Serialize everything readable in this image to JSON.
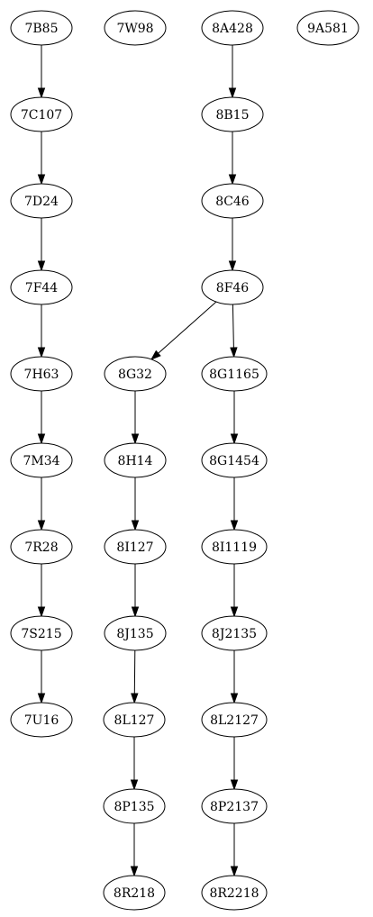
{
  "nodes": [
    {
      "id": "n1",
      "label": "7B85"
    },
    {
      "id": "n2",
      "label": "7W98"
    },
    {
      "id": "n3",
      "label": "8A428"
    },
    {
      "id": "n4",
      "label": "9A581"
    },
    {
      "id": "n5",
      "label": "7C107"
    },
    {
      "id": "n6",
      "label": "8B15"
    },
    {
      "id": "n7",
      "label": "7D24"
    },
    {
      "id": "n8",
      "label": "8C46"
    },
    {
      "id": "n9",
      "label": "7F44"
    },
    {
      "id": "n10",
      "label": "8F46"
    },
    {
      "id": "n11",
      "label": "7H63"
    },
    {
      "id": "n12",
      "label": "8G32"
    },
    {
      "id": "n13",
      "label": "8G1165"
    },
    {
      "id": "n14",
      "label": "7M34"
    },
    {
      "id": "n15",
      "label": "8H14"
    },
    {
      "id": "n16",
      "label": "8G1454"
    },
    {
      "id": "n17",
      "label": "7R28"
    },
    {
      "id": "n18",
      "label": "8I127"
    },
    {
      "id": "n19",
      "label": "8I1119"
    },
    {
      "id": "n20",
      "label": "7S215"
    },
    {
      "id": "n21",
      "label": "8J135"
    },
    {
      "id": "n22",
      "label": "8J2135"
    },
    {
      "id": "n23",
      "label": "7U16"
    },
    {
      "id": "n24",
      "label": "8L127"
    },
    {
      "id": "n25",
      "label": "8L2127"
    },
    {
      "id": "n26",
      "label": "8P135"
    },
    {
      "id": "n27",
      "label": "8P2137"
    },
    {
      "id": "n28",
      "label": "8R218"
    },
    {
      "id": "n29",
      "label": "8R2218"
    }
  ],
  "edges": [
    {
      "from": "n1",
      "to": "n5"
    },
    {
      "from": "n5",
      "to": "n7"
    },
    {
      "from": "n7",
      "to": "n9"
    },
    {
      "from": "n9",
      "to": "n11"
    },
    {
      "from": "n11",
      "to": "n14"
    },
    {
      "from": "n14",
      "to": "n17"
    },
    {
      "from": "n17",
      "to": "n20"
    },
    {
      "from": "n20",
      "to": "n23"
    },
    {
      "from": "n3",
      "to": "n6"
    },
    {
      "from": "n6",
      "to": "n8"
    },
    {
      "from": "n8",
      "to": "n10"
    },
    {
      "from": "n10",
      "to": "n12"
    },
    {
      "from": "n10",
      "to": "n13"
    },
    {
      "from": "n12",
      "to": "n15"
    },
    {
      "from": "n15",
      "to": "n18"
    },
    {
      "from": "n18",
      "to": "n21"
    },
    {
      "from": "n21",
      "to": "n24"
    },
    {
      "from": "n24",
      "to": "n26"
    },
    {
      "from": "n26",
      "to": "n28"
    },
    {
      "from": "n13",
      "to": "n16"
    },
    {
      "from": "n16",
      "to": "n19"
    },
    {
      "from": "n19",
      "to": "n22"
    },
    {
      "from": "n22",
      "to": "n25"
    },
    {
      "from": "n25",
      "to": "n27"
    },
    {
      "from": "n27",
      "to": "n29"
    }
  ]
}
